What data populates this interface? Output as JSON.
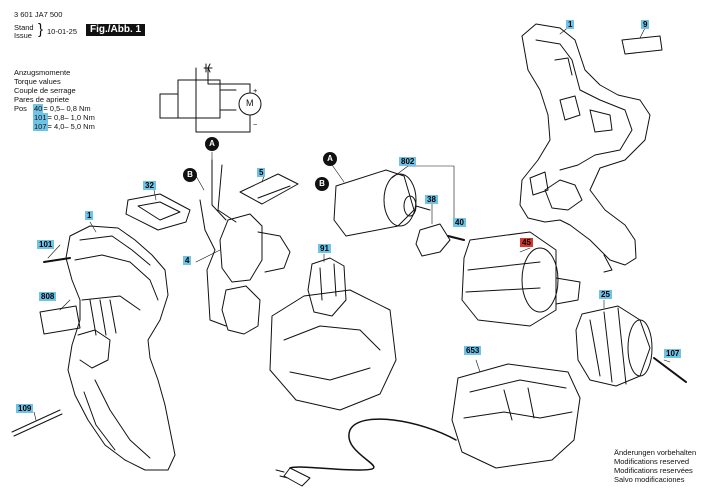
{
  "header": {
    "doc_number": "3 601 JA7 500",
    "stand": "Stand",
    "issue": "Issue",
    "date": "10-01-25",
    "fig_label": "Fig./Abb. 1"
  },
  "torque": {
    "lines": [
      "Anzugsmomente",
      "Torque values",
      "Couple de serrage",
      "Pares de apriete"
    ],
    "pos_label": "Pos",
    "rows": [
      {
        "pos": "40",
        "value": "=   0,5– 0,8 Nm"
      },
      {
        "pos": "101",
        "value": "=   0,8– 1,0 Nm"
      },
      {
        "pos": "107",
        "value": "=   4,0– 5,0 Nm"
      }
    ]
  },
  "labels": {
    "p1a": "1",
    "p9": "9",
    "p32": "32",
    "p1b": "1",
    "p101": "101",
    "p4": "4",
    "p5": "5",
    "p808": "808",
    "p109": "109",
    "p802": "802",
    "p38": "38",
    "p40": "40",
    "p91": "91",
    "p45": "45",
    "p25": "25",
    "p653": "653",
    "p107": "107"
  },
  "markers": {
    "a1": "A",
    "b1": "B",
    "a2": "A",
    "b2": "B"
  },
  "schematic": {
    "motor": "M",
    "plus": "+",
    "minus": "−"
  },
  "footer": [
    "Änderungen vorbehalten",
    "Modifications reserved",
    "Modifications reservées",
    "Salvo modificaciones"
  ],
  "colors": {
    "label_bg": "#6fc3e6",
    "highlight": "#d23a2f"
  }
}
